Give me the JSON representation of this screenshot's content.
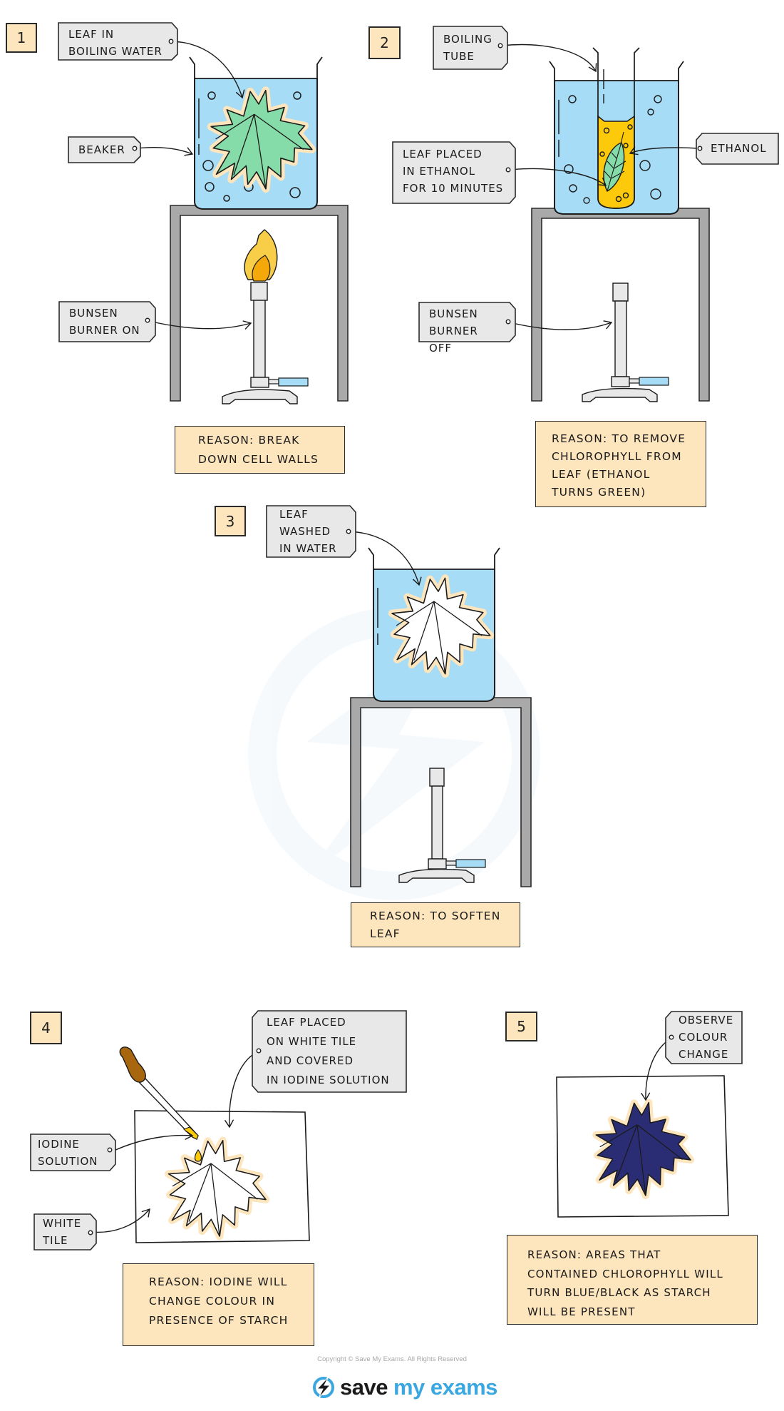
{
  "steps": [
    {
      "number": "1",
      "labels": [
        {
          "id": "leaf-in-boiling-water",
          "text": "LEAF  IN\nBOILING  WATER"
        },
        {
          "id": "beaker",
          "text": "BEAKER"
        },
        {
          "id": "bunsen-burner-on",
          "text": "BUNSEN\nBURNER  ON"
        }
      ],
      "reason": "REASON: BREAK\nDOWN CELL WALLS",
      "burner_state": "on",
      "leaf_color": "green"
    },
    {
      "number": "2",
      "labels": [
        {
          "id": "boiling-tube",
          "text": "BOILING\nTUBE"
        },
        {
          "id": "leaf-placed-in-ethanol",
          "text": "LEAF  PLACED\nIN  ETHANOL\nFOR 10 MINUTES"
        },
        {
          "id": "ethanol",
          "text": "ETHANOL"
        },
        {
          "id": "bunsen-burner-off",
          "text": "BUNSEN\nBURNER  OFF"
        }
      ],
      "reason": "REASON: TO  REMOVE\nCHLOROPHYLL   FROM\nLEAF  (ETHANOL\nTURNS  GREEN)",
      "burner_state": "off",
      "leaf_color": "green"
    },
    {
      "number": "3",
      "labels": [
        {
          "id": "leaf-washed-in-water",
          "text": "LEAF\nWASHED\nIN  WATER"
        }
      ],
      "reason": "REASON: TO  SOFTEN\nLEAF",
      "burner_state": "off",
      "leaf_color": "white"
    },
    {
      "number": "4",
      "labels": [
        {
          "id": "leaf-placed-on-white-tile",
          "text": "LEAF  PLACED\nON WHITE  TILE\nAND  COVERED\nIN IODINE  SOLUTION"
        },
        {
          "id": "iodine-solution",
          "text": "IODINE\nSOLUTION"
        },
        {
          "id": "white-tile",
          "text": "WHITE\nTILE"
        }
      ],
      "reason": "REASON: IODINE  WILL\nCHANGE COLOUR  IN\nPRESENCE  OF  STARCH",
      "leaf_color": "white"
    },
    {
      "number": "5",
      "labels": [
        {
          "id": "observe-colour-change",
          "text": "OBSERVE\nCOLOUR\nCHANGE"
        }
      ],
      "reason": "REASON:  AREAS   THAT\nCONTAINED   CHLOROPHYLL   WILL\nTURN   BLUE/BLACK   AS  STARCH\nWILL  BE   PRESENT",
      "leaf_color": "blue-black"
    }
  ],
  "colors": {
    "water": "#a6dcf5",
    "leaf_green": "#86dca8",
    "leaf_halo": "#fde5bd",
    "ethanol": "#fdc90b",
    "flame_outer": "#f8cd48",
    "flame_inner": "#f5a80a",
    "stand": "#a9a9a9",
    "label_bg": "#e8e8e8",
    "step_box": "#fde5bd",
    "iodine_leaf": "#2b2d74",
    "dropper_bulb": "#a8660f",
    "burner": "#e8e8e8",
    "gas_tap": "#a6dcf5",
    "brand_blue": "#3aa7e0"
  },
  "footer": {
    "copyright": "Copyright © Save My Exams. All Rights Reserved",
    "logo_word1": "save",
    "logo_word2": "my exams"
  }
}
